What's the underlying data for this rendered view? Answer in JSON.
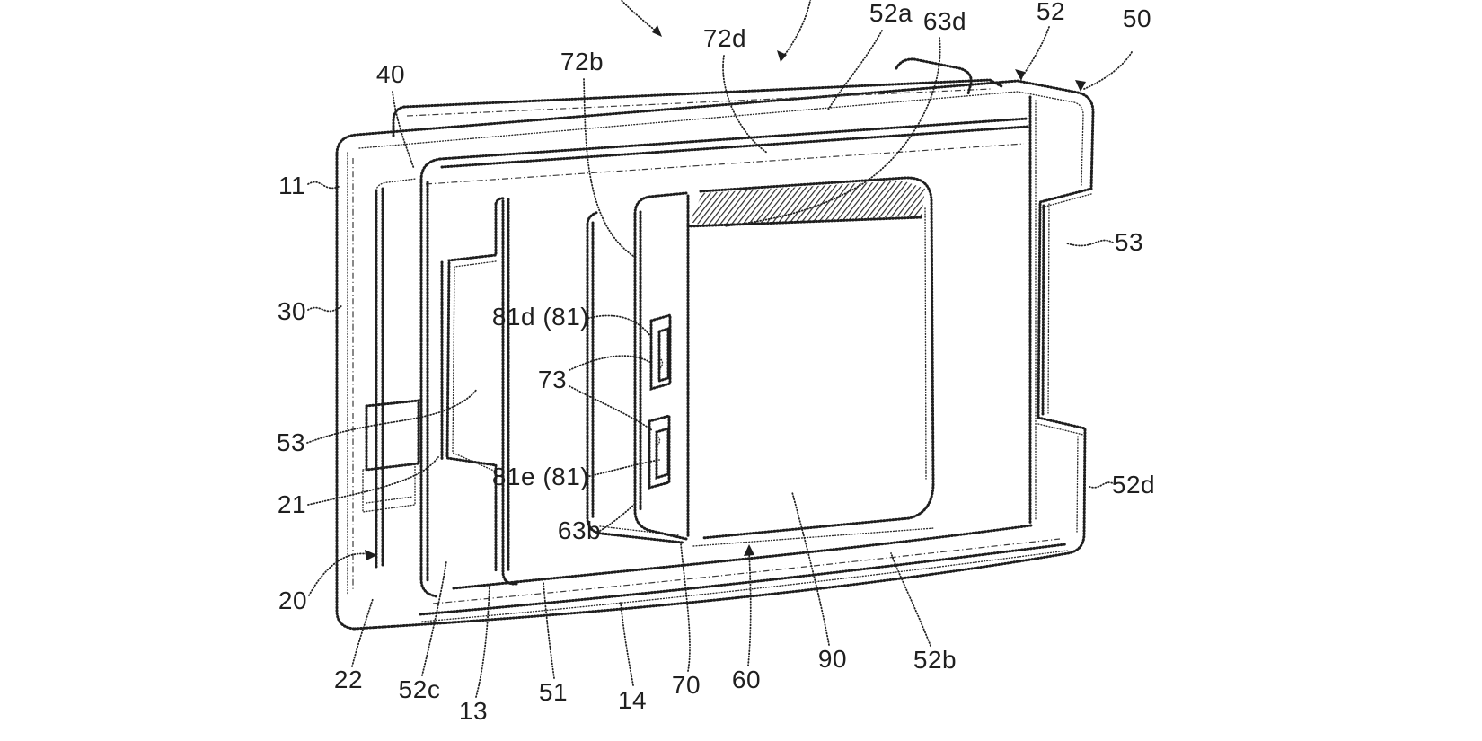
{
  "figure": {
    "kind": "patent-line-drawing",
    "background_color": "#ffffff",
    "line_color": "#1e1e1e",
    "reference_labels": [
      {
        "id": "40",
        "text": "40"
      },
      {
        "id": "72b",
        "text": "72b"
      },
      {
        "id": "72d",
        "text": "72d"
      },
      {
        "id": "52a",
        "text": "52a"
      },
      {
        "id": "63d",
        "text": "63d"
      },
      {
        "id": "52",
        "text": "52"
      },
      {
        "id": "50",
        "text": "50"
      },
      {
        "id": "11",
        "text": "11"
      },
      {
        "id": "30",
        "text": "30"
      },
      {
        "id": "53-left",
        "text": "53"
      },
      {
        "id": "21",
        "text": "21"
      },
      {
        "id": "20",
        "text": "20"
      },
      {
        "id": "22",
        "text": "22"
      },
      {
        "id": "52c",
        "text": "52c"
      },
      {
        "id": "13",
        "text": "13"
      },
      {
        "id": "51",
        "text": "51"
      },
      {
        "id": "14",
        "text": "14"
      },
      {
        "id": "70",
        "text": "70"
      },
      {
        "id": "60",
        "text": "60"
      },
      {
        "id": "90",
        "text": "90"
      },
      {
        "id": "52b",
        "text": "52b"
      },
      {
        "id": "53-right",
        "text": "53"
      },
      {
        "id": "52d",
        "text": "52d"
      },
      {
        "id": "81d",
        "text": "81d (81)"
      },
      {
        "id": "73",
        "text": "73"
      },
      {
        "id": "81e",
        "text": "81e (81)"
      },
      {
        "id": "63b",
        "text": "63b"
      }
    ]
  }
}
